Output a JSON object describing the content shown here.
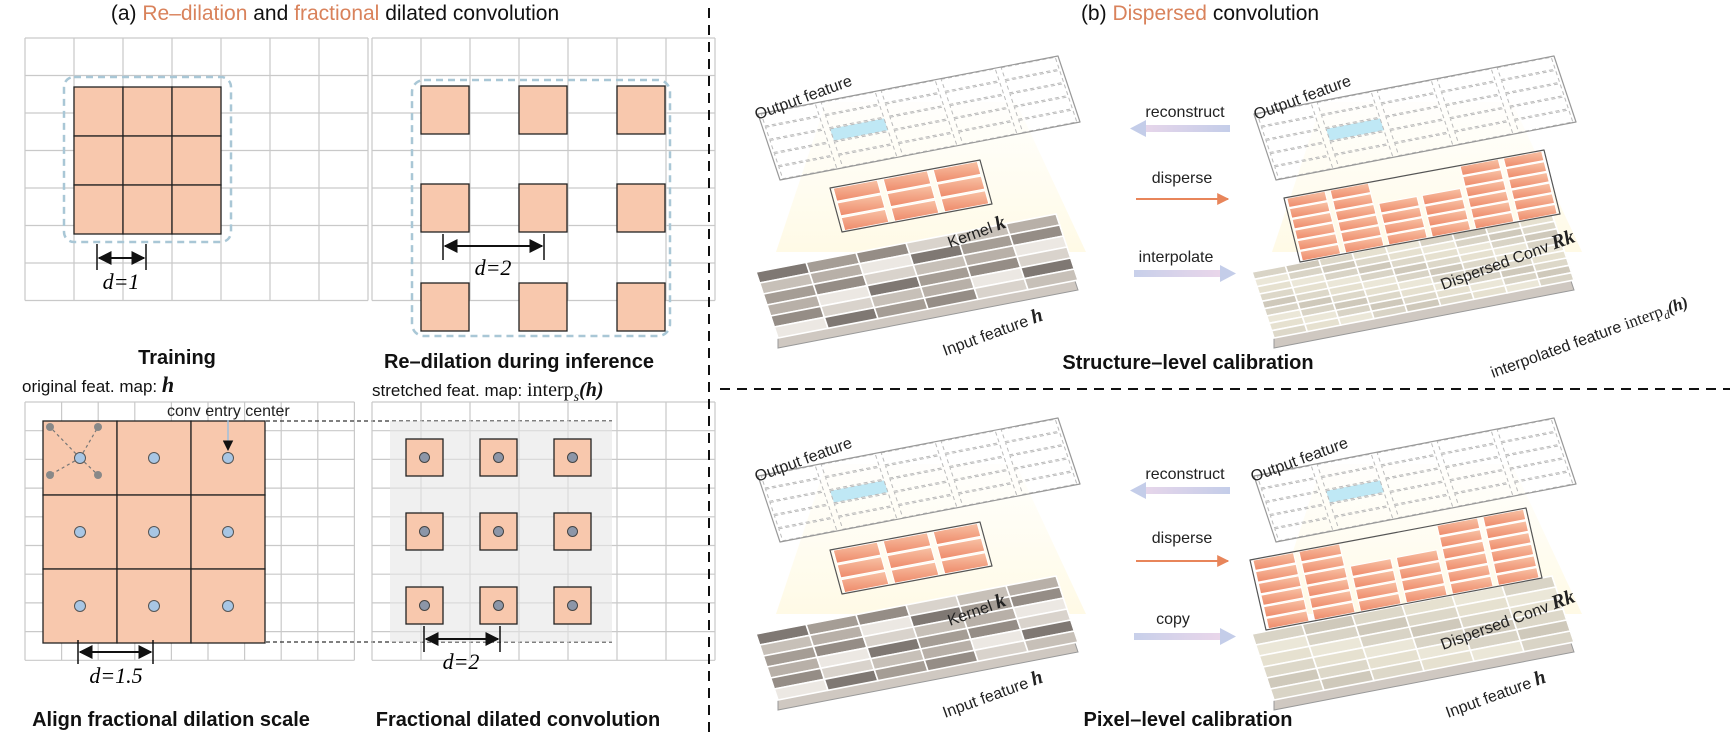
{
  "panel_a": {
    "title_prefix": "(a) ",
    "title_hl1": "Re–dilation",
    "title_mid1": " and ",
    "title_hl2": "fractional",
    "title_suffix": " dilated convolution",
    "training_caption": "Training",
    "training_sub": "original feat. map: ",
    "training_sub_math": "h",
    "redilation_caption": "Re–dilation during inference",
    "redilation_sub": "stretched feat. map: ",
    "redilation_sub_math": "interp",
    "redilation_sub_math_s": "s",
    "redilation_sub_math_arg": "(h)",
    "d1_label": "d=1",
    "d2_label": "d=2",
    "conv_entry_center": "conv entry center",
    "d15_label": "d=1.5",
    "d2b_label": "d=2",
    "align_caption": "Align fractional dilation scale",
    "fractional_caption": "Fractional dilated convolution"
  },
  "panel_b": {
    "title_prefix": "(b) ",
    "title_hl": "Dispersed",
    "title_suffix": " convolution",
    "structure": {
      "output_left": "Output feature",
      "output_right": "Output feature",
      "reconstruct": "reconstruct",
      "disperse": "disperse",
      "interpolate": "interpolate",
      "kernel": "Kernel ",
      "kernel_math": "k",
      "dispersed_conv": "Dispersed Conv ",
      "dispersed_math": "Rk",
      "input_left": "Input feature ",
      "input_math": "h",
      "interpolated": "interpolated feature ",
      "interpolated_math": "interp",
      "interpolated_math_d": "d",
      "interpolated_math_arg": "(h)",
      "caption": "Structure–level calibration"
    },
    "pixel": {
      "output_left": "Output feature",
      "output_right": "Output feature",
      "reconstruct": "reconstruct",
      "disperse": "disperse",
      "copy": "copy",
      "kernel": "Kernel ",
      "kernel_math": "k",
      "dispersed_conv": "Dispersed Conv ",
      "dispersed_math": "Rk",
      "input_left": "Input feature ",
      "input_math": "h",
      "input_right": "Input feature ",
      "input_right_math": "h",
      "caption": "Pixel–level calibration"
    }
  },
  "colors": {
    "kernel_fill": "#f8c8ad",
    "kernel_dark": "#f08c6a",
    "dash_blue": "#a9c7d6",
    "grid": "#c9c9c9",
    "accent_orange": "#e8855a",
    "arrow_lavender": "#c7cde8",
    "output_highlight": "#bfe8f5",
    "point_blue": "#a8c6e4"
  }
}
